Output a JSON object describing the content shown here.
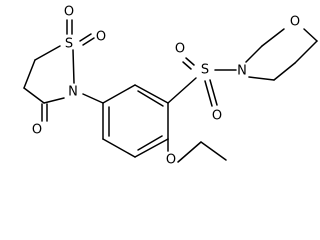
{
  "molecule": {
    "atoms": {
      "s_ring": "S",
      "s_ring_o1": "O",
      "s_ring_o2": "O",
      "n_ring": "N",
      "c_carbonyl_o": "O",
      "s_sulfonyl": "S",
      "s_sulfonyl_o1": "O",
      "s_sulfonyl_o2": "O",
      "n_morpholine": "N",
      "o_morpholine": "O",
      "o_ether": "O"
    }
  }
}
